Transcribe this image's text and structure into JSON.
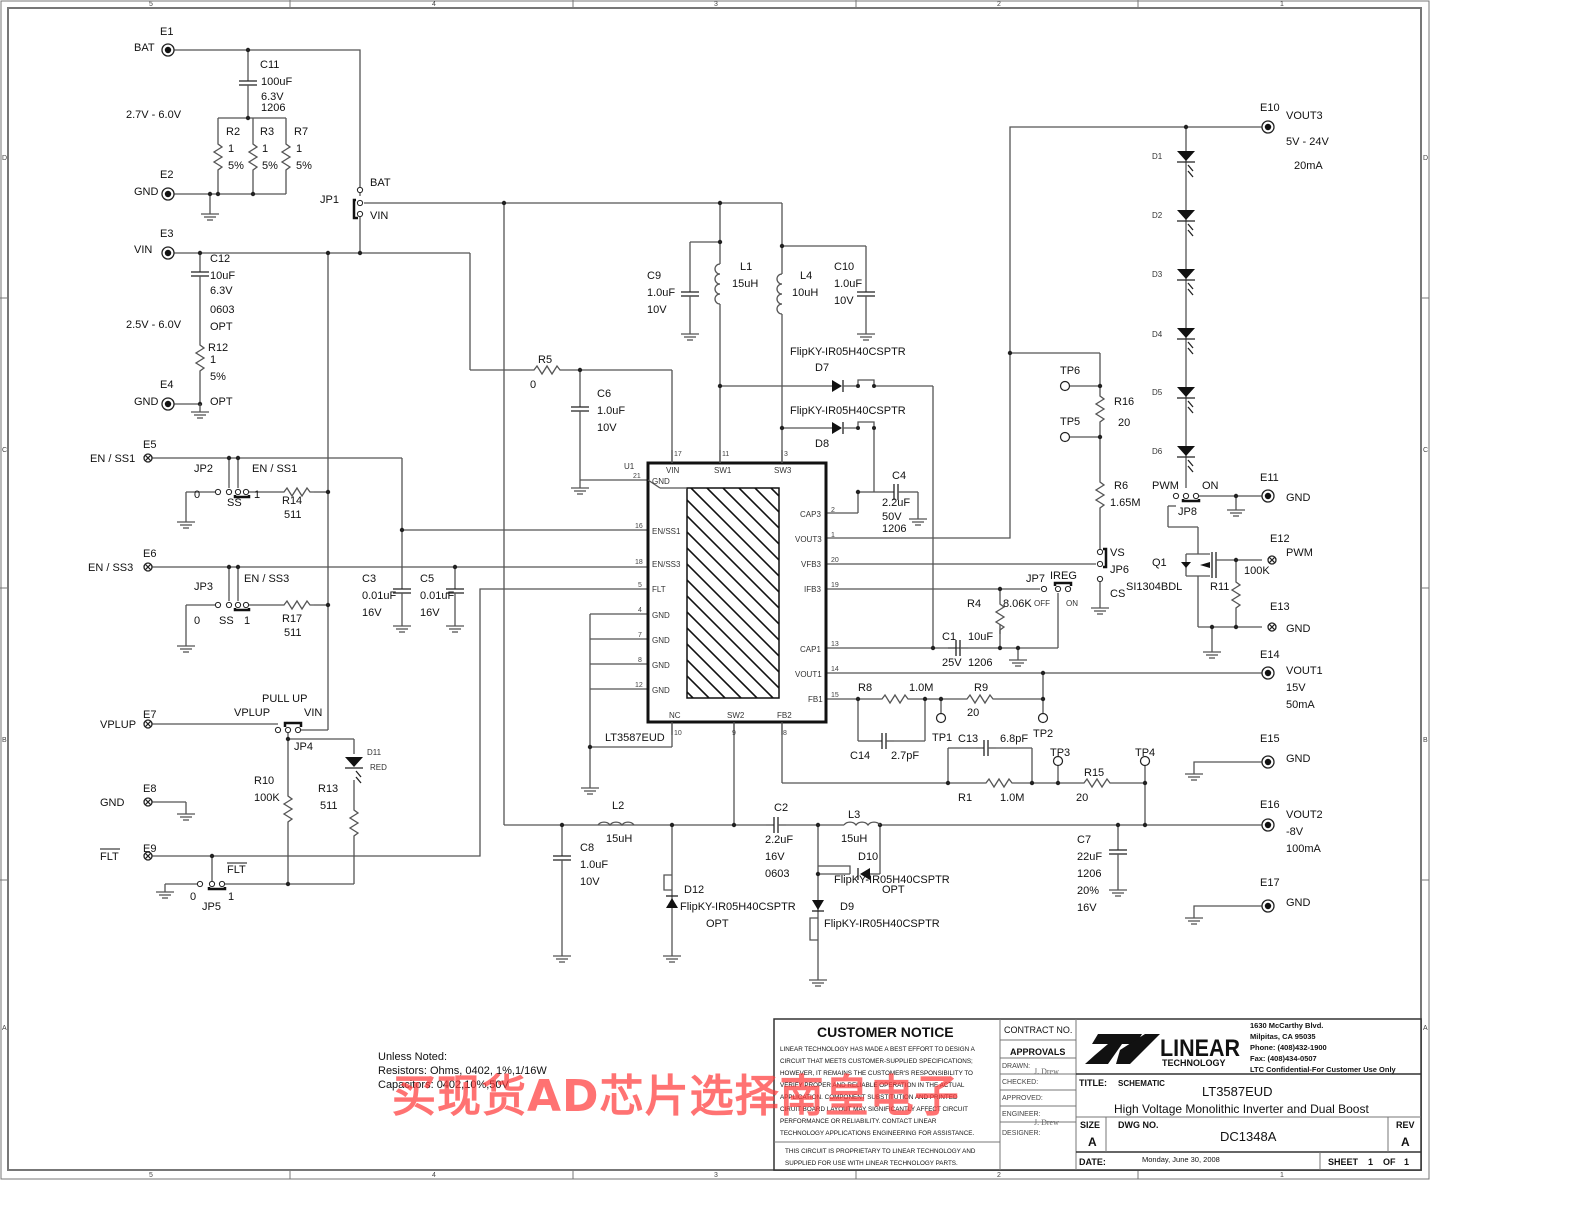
{
  "sheet": {
    "zone_columns": [
      "5",
      "4",
      "3",
      "2",
      "1"
    ],
    "zone_rows": [
      "D",
      "C",
      "B",
      "A"
    ]
  },
  "terminals": [
    {
      "ref": "E1",
      "net": "BAT"
    },
    {
      "ref": "E2",
      "net": "GND"
    },
    {
      "ref": "E3",
      "net": "VIN"
    },
    {
      "ref": "E4",
      "net": "GND"
    },
    {
      "ref": "E5",
      "net": "EN / SS1"
    },
    {
      "ref": "E6",
      "net": "EN / SS3"
    },
    {
      "ref": "E7",
      "net": "VPLUP"
    },
    {
      "ref": "E8",
      "net": "GND"
    },
    {
      "ref": "E9",
      "net": "FLT"
    },
    {
      "ref": "E10",
      "net": "VOUT3",
      "notes": [
        "5V - 24V",
        "20mA"
      ]
    },
    {
      "ref": "E11",
      "net": "GND"
    },
    {
      "ref": "E12",
      "net": "PWM"
    },
    {
      "ref": "E13",
      "net": "GND"
    },
    {
      "ref": "E14",
      "net": "VOUT1",
      "notes": [
        "15V",
        "50mA"
      ]
    },
    {
      "ref": "E15",
      "net": "GND"
    },
    {
      "ref": "E16",
      "net": "VOUT2",
      "notes": [
        "-8V",
        "100mA"
      ]
    },
    {
      "ref": "E17",
      "net": "GND"
    }
  ],
  "ranges": {
    "bat": "2.7V - 6.0V",
    "vin": "2.5V - 6.0V"
  },
  "components": {
    "C11": {
      "ref": "C11",
      "v1": "100uF",
      "v2": "6.3V",
      "v3": "1206"
    },
    "C12": {
      "ref": "C12",
      "v1": "10uF",
      "v2": "6.3V",
      "v3": "0603",
      "v4": "OPT"
    },
    "R2": {
      "ref": "R2",
      "v1": "1",
      "v2": "5%"
    },
    "R3": {
      "ref": "R3",
      "v1": "1",
      "v2": "5%"
    },
    "R7": {
      "ref": "R7",
      "v1": "1",
      "v2": "5%"
    },
    "R12": {
      "ref": "R12",
      "v1": "1",
      "v2": "5%",
      "v3": "OPT"
    },
    "JP1": {
      "ref": "JP1",
      "a": "BAT",
      "b": "VIN"
    },
    "JP2": {
      "ref": "JP2",
      "net": "EN / SS1",
      "a": "0",
      "b": "SS",
      "c": "1"
    },
    "R14": {
      "ref": "R14",
      "v1": "511"
    },
    "JP3": {
      "ref": "JP3",
      "net": "EN / SS3",
      "a": "0",
      "b": "SS",
      "c": "1"
    },
    "R17": {
      "ref": "R17",
      "v1": "511"
    },
    "C3": {
      "ref": "C3",
      "v1": "0.01uF",
      "v2": "16V"
    },
    "C5": {
      "ref": "C5",
      "v1": "0.01uF",
      "v2": "16V"
    },
    "JP4": {
      "ref": "JP4",
      "title": "PULL UP",
      "a": "VPLUP",
      "b": "VIN"
    },
    "R10": {
      "ref": "R10",
      "v1": "100K"
    },
    "R13": {
      "ref": "R13",
      "v1": "511"
    },
    "D11": {
      "ref": "D11",
      "v1": "RED"
    },
    "JP5": {
      "ref": "JP5",
      "net": "FLT",
      "a": "0",
      "b": "1"
    },
    "R5": {
      "ref": "R5",
      "v1": "0"
    },
    "C6": {
      "ref": "C6",
      "v1": "1.0uF",
      "v2": "10V"
    },
    "C9": {
      "ref": "C9",
      "v1": "1.0uF",
      "v2": "10V"
    },
    "L1": {
      "ref": "L1",
      "v1": "15uH"
    },
    "L4": {
      "ref": "L4",
      "v1": "10uH"
    },
    "C10": {
      "ref": "C10",
      "v1": "1.0uF",
      "v2": "10V"
    },
    "D7": {
      "ref": "D7",
      "part": "FlipKY-IR05H40CSPTR"
    },
    "D8": {
      "ref": "D8",
      "part": "FlipKY-IR05H40CSPTR"
    },
    "C4": {
      "ref": "C4",
      "v1": "2.2uF",
      "v2": "50V",
      "v3": "1206"
    },
    "R16": {
      "ref": "R16",
      "v1": "20"
    },
    "R6": {
      "ref": "R6",
      "v1": "1.65M"
    },
    "TP5": {
      "ref": "TP5"
    },
    "TP6": {
      "ref": "TP6"
    },
    "JP6": {
      "ref": "JP6",
      "a": "VS",
      "b": "CS"
    },
    "JP7": {
      "ref": "JP7",
      "title": "IREG",
      "a": "OFF",
      "b": "ON"
    },
    "R4": {
      "ref": "R4",
      "v1": "8.06K"
    },
    "C1": {
      "ref": "C1",
      "v1": "10uF",
      "v2": "25V",
      "v3": "1206"
    },
    "JP8": {
      "ref": "JP8",
      "a": "PWM",
      "b": "ON"
    },
    "Q1": {
      "ref": "Q1",
      "part": "SI1304BDL"
    },
    "R11": {
      "ref": "R11",
      "v1": "100K"
    },
    "R8": {
      "ref": "R8",
      "v1": "1.0M"
    },
    "R9": {
      "ref": "R9",
      "v1": "20"
    },
    "C14": {
      "ref": "C14",
      "v1": "2.7pF"
    },
    "C13": {
      "ref": "C13",
      "v1": "6.8pF"
    },
    "R1": {
      "ref": "R1",
      "v1": "1.0M"
    },
    "R15": {
      "ref": "R15",
      "v1": "20"
    },
    "TP1": {
      "ref": "TP1"
    },
    "TP2": {
      "ref": "TP2"
    },
    "TP3": {
      "ref": "TP3"
    },
    "TP4": {
      "ref": "TP4"
    },
    "L2": {
      "ref": "L2",
      "v1": "15uH"
    },
    "C8": {
      "ref": "C8",
      "v1": "1.0uF",
      "v2": "10V"
    },
    "D12": {
      "ref": "D12",
      "part": "FlipKY-IR05H40CSPTR",
      "v1": "OPT"
    },
    "C2": {
      "ref": "C2",
      "v1": "2.2uF",
      "v2": "16V",
      "v3": "0603"
    },
    "L3": {
      "ref": "L3",
      "v1": "15uH"
    },
    "D10": {
      "ref": "D10",
      "part": "FlipKY-IR05H40CSPTR",
      "v1": "OPT"
    },
    "D9": {
      "ref": "D9",
      "part": "FlipKY-IR05H40CSPTR"
    },
    "C7": {
      "ref": "C7",
      "v1": "22uF",
      "v2": "1206",
      "v3": "20%",
      "v4": "16V"
    },
    "LEDs": [
      "D1",
      "D2",
      "D3",
      "D4",
      "D5",
      "D6"
    ]
  },
  "ic": {
    "ref": "U1",
    "part": "LT3587EUD",
    "top_pins": [
      {
        "name": "VIN",
        "num": "17"
      },
      {
        "name": "SW1",
        "num": "11"
      },
      {
        "name": "SW3",
        "num": "3"
      }
    ],
    "left_pins": [
      {
        "name": "GND",
        "num": "21"
      },
      {
        "name": "EN/SS1",
        "num": "16"
      },
      {
        "name": "EN/SS3",
        "num": "18"
      },
      {
        "name": "FLT",
        "num": "5"
      },
      {
        "name": "GND",
        "num": "4"
      },
      {
        "name": "GND",
        "num": "7"
      },
      {
        "name": "GND",
        "num": "8"
      },
      {
        "name": "GND",
        "num": "12"
      }
    ],
    "right_pins": [
      {
        "name": "CAP3",
        "num": "2"
      },
      {
        "name": "VOUT3",
        "num": "1"
      },
      {
        "name": "VFB3",
        "num": "20"
      },
      {
        "name": "IFB3",
        "num": "19"
      },
      {
        "name": "CAP1",
        "num": "13"
      },
      {
        "name": "VOUT1",
        "num": "14"
      },
      {
        "name": "FB1",
        "num": "15"
      }
    ],
    "bottom_pins": [
      {
        "name": "NC",
        "num": "10"
      },
      {
        "name": "SW2",
        "num": "9"
      },
      {
        "name": "FB2",
        "num": "8"
      }
    ]
  },
  "notes": {
    "l1": "Unless Noted:",
    "l2": "Resistors: Ohms, 0402, 1%,1/16W",
    "l3": "Capacitors: 0402,10%,50V"
  },
  "title_block": {
    "notice_title": "CUSTOMER NOTICE",
    "notice_lines": [
      "LINEAR TECHNOLOGY HAS MADE A BEST EFFORT TO DESIGN A",
      "CIRCUIT THAT MEETS CUSTOMER-SUPPLIED SPECIFICATIONS;",
      "HOWEVER, IT REMAINS THE CUSTOMER'S RESPONSIBILITY TO",
      "VERIFY PROPER AND RELIABLE OPERATION IN THE ACTUAL",
      "APPLICATION. COMPONENT SUBSTITUTION AND PRINTED",
      "CIRUIT BOARD LAYOUT MAY SIGNIFICANTLY AFFECT CIRCUIT",
      "PERFORMANCE OR RELIABILITY. CONTACT LINEAR",
      "TECHNOLOGY APPLICATIONS ENGINEERING FOR ASSISTANCE."
    ],
    "proprietary_lines": [
      "THIS CIRCUIT IS PROPRIETARY TO LINEAR TECHNOLOGY AND",
      "SUPPLIED FOR USE WITH LINEAR TECHNOLOGY PARTS."
    ],
    "contract_label": "CONTRACT NO.",
    "approvals_label": "APPROVALS",
    "drawn_label": "DRAWN:",
    "drawn_value": "J. Drew",
    "checked_label": "CHECKED:",
    "approved_label": "APPROVED:",
    "engineer_label": "ENGINEER:",
    "engineer_value": "J. Drew",
    "designer_label": "DESIGNER:",
    "logo_word": "LINEAR",
    "logo_sub": "TECHNOLOGY",
    "address": [
      "1630 McCarthy Blvd.",
      "Milpitas, CA 95035",
      "Phone: (408)432-1900",
      "Fax: (408)434-0507",
      "LTC Confidential-For Customer Use Only"
    ],
    "title_label": "TITLE:",
    "title_kind": "SCHEMATIC",
    "title_line1": "LT3587EUD",
    "title_line2": "High Voltage Monolithic Inverter and Dual Boost",
    "size_label": "SIZE",
    "size_value": "A",
    "dwg_label": "DWG NO.",
    "dwg_value": "DC1348A",
    "rev_label": "REV",
    "rev_value": "A",
    "date_label": "DATE:",
    "date_value": "Monday, June 30, 2008",
    "sheet_label": "SHEET",
    "sheet_value": "1",
    "of_label": "OF",
    "of_value": "1"
  },
  "watermark": "买现货AD芯片选择南皇电子"
}
